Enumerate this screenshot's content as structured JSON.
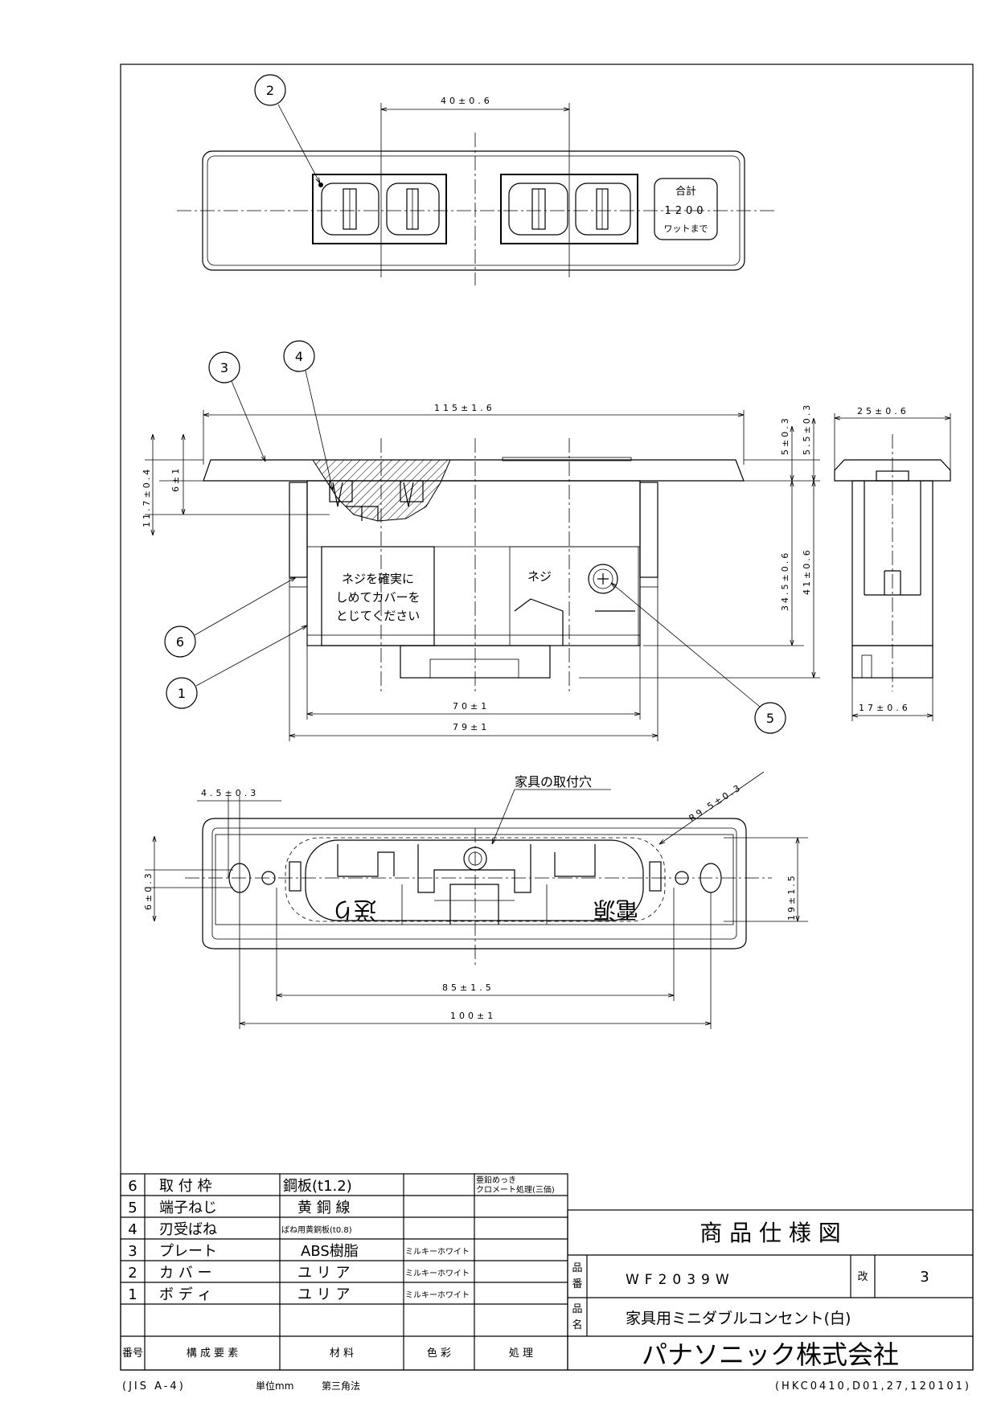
{
  "front_view": {
    "dim_top": "40±0.6",
    "badge_line1": "合計",
    "badge_line2": "1200",
    "badge_line3": "ワットまで"
  },
  "side_view": {
    "dim_overall_width": "115±1.6",
    "dim_5": "5±0.3",
    "dim_5_5": "5.5±0.3",
    "dim_11_7": "11.7±0.4",
    "dim_6": "6±1",
    "dim_34_5": "34.5±0.6",
    "dim_41": "41±0.6",
    "dim_70": "70±1",
    "dim_79": "79±1",
    "label_line1": "ネジを確実に",
    "label_line2": "しめてカバーを",
    "label_line3": "とじてください",
    "screw_label": "ネジ"
  },
  "end_view": {
    "dim_25": "25±0.6",
    "dim_17": "17±0.6"
  },
  "rear_view": {
    "callout_hole": "家具の取付穴",
    "dim_4_5": "4.5±0.3",
    "dim_r9_5": "R9.5±0.3",
    "dim_6": "6±0.3",
    "dim_19": "19±1.5",
    "dim_85": "85±1.5",
    "dim_100": "100±1",
    "mark_left": "送り",
    "mark_right": "電源"
  },
  "balloons": [
    "1",
    "2",
    "3",
    "4",
    "5",
    "6"
  ],
  "parts_table": {
    "rows": [
      {
        "no": "6",
        "name": "取 付 枠",
        "material": "鋼板(t1.2)",
        "color": "",
        "treatment_line1": "亜鉛めっき",
        "treatment_line2": "クロメート処理(三価)"
      },
      {
        "no": "5",
        "name": "端子ねじ",
        "material": "黄 銅 線",
        "color": "",
        "treatment_line1": "",
        "treatment_line2": ""
      },
      {
        "no": "4",
        "name": "刃受ばね",
        "material": "ばね用黄銅板(t0.8)",
        "color": "",
        "treatment_line1": "",
        "treatment_line2": ""
      },
      {
        "no": "3",
        "name": "プレート",
        "material": "ABS樹脂",
        "color": "ミルキーホワイト",
        "treatment_line1": "",
        "treatment_line2": ""
      },
      {
        "no": "2",
        "name": "カ バ ー",
        "material": "ユ リ ア",
        "color": "ミルキーホワイト",
        "treatment_line1": "",
        "treatment_line2": ""
      },
      {
        "no": "1",
        "name": "ボ デ ィ",
        "material": "ユ リ ア",
        "color": "ミルキーホワイト",
        "treatment_line1": "",
        "treatment_line2": ""
      }
    ],
    "header": {
      "no": "番号",
      "name": "構 成 要 素",
      "material": "材 料",
      "color": "色 彩",
      "treatment": "処 理"
    }
  },
  "title_block": {
    "title": "商 品 仕 様 図",
    "part_no_label_1": "品",
    "part_no_label_2": "番",
    "part_no": "WF2039W",
    "rev_label": "改",
    "rev": "3",
    "name_label_1": "品",
    "name_label_2": "名",
    "name": "家具用ミニダブルコンセント(白)",
    "company": "パナソニック株式会社"
  },
  "footer": {
    "left": "(JIS A-4)",
    "unit": "単位mm",
    "projection": "第三角法",
    "doc_code": "(HKC0410,D01,27,120101)"
  }
}
